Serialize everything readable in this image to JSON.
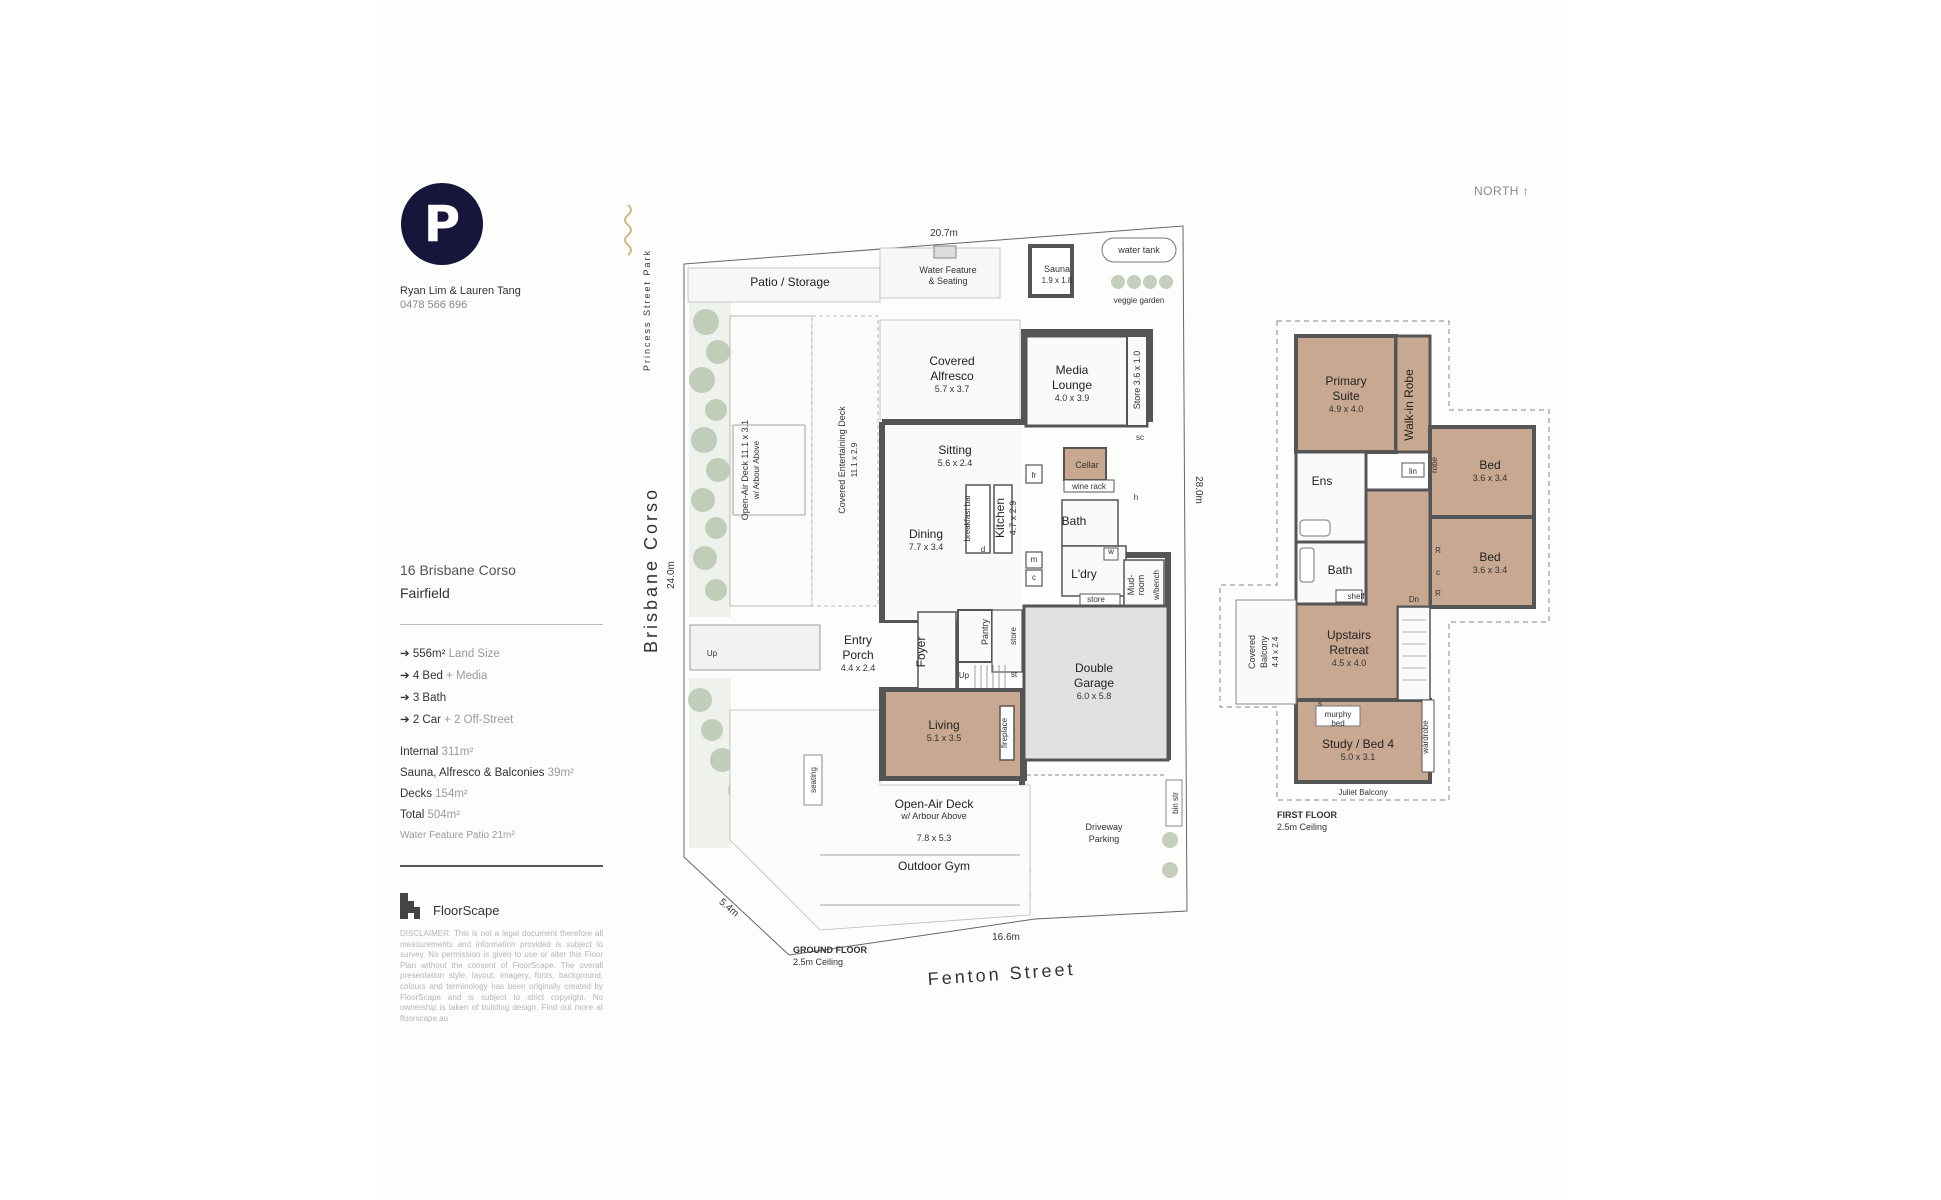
{
  "agent": {
    "logo_letter": "P",
    "names": "Ryan Lim & Lauren Tang",
    "phone": "0478 566 696"
  },
  "property": {
    "address": "16 Brisbane Corso",
    "suburb": "Fairfield"
  },
  "features": [
    {
      "main": "556m²",
      "extra": " Land Size"
    },
    {
      "main": "4 Bed",
      "extra": " + Media"
    },
    {
      "main": "3 Bath",
      "extra": ""
    },
    {
      "main": "2 Car",
      "extra": " + 2 Off-Street"
    }
  ],
  "areas": [
    {
      "label": "Internal",
      "value": " 311m²"
    },
    {
      "label": "Sauna, Alfresco & Balconies",
      "value": " 39m²"
    },
    {
      "label": "Decks",
      "value": " 154m²"
    },
    {
      "label": "Total",
      "value": " 504m²"
    },
    {
      "label": "Water Feature Patio 21m²",
      "value": ""
    }
  ],
  "brand": {
    "name": "FloorScape",
    "disclaimer": "DISCLAIMER: This is not a legal document therefore all measurements and information provided is subject to survey. No permission is given to use or alter this Floor Plan without the consent of FloorScape. The overall presentation style, layout, imagery, fonts, background, colours and terminology has been originally created by FloorScape and is subject to strict copyright. No ownership is taken of building design. Find out more at floorscape.au"
  },
  "north_label": "NORTH ↑",
  "colors": {
    "logo": "#15163a",
    "wall": "#555555",
    "terracotta": "#c9a891",
    "tree": "#b9c7b0",
    "garage": "#e1e1e1"
  },
  "ground_floor": {
    "level_label": "GROUND FLOOR",
    "ceiling": "2.5m Ceiling",
    "streets": {
      "west": "Brisbane Corso",
      "south": "Fenton Street",
      "north": "Princess Street Park"
    },
    "dimensions": {
      "top": "20.7m",
      "east": "28.0m",
      "west": "24.0m",
      "bottom": "16.6m",
      "corner": "5.4m"
    },
    "rooms": [
      {
        "name": "Patio / Storage",
        "size": ""
      },
      {
        "name": "Water Feature",
        "size": "& Seating"
      },
      {
        "name": "Sauna",
        "size": "1.9 x 1.8"
      },
      {
        "name": "water tank",
        "size": ""
      },
      {
        "name": "veggie garden",
        "size": ""
      },
      {
        "name": "Covered",
        "size": "Alfresco"
      },
      {
        "name": "5.7 x 3.7",
        "size": ""
      },
      {
        "name": "Media",
        "size": "Lounge"
      },
      {
        "name": "4.0 x 3.9",
        "size": ""
      },
      {
        "name": "Store 3.6 x 1.0",
        "size": ""
      },
      {
        "name": "Sitting",
        "size": "5.6 x 2.4"
      },
      {
        "name": "Cellar",
        "size": "wine rack"
      },
      {
        "name": "Dining",
        "size": "7.7 x 3.4"
      },
      {
        "name": "Kitchen",
        "size": "4.7 x 2.9"
      },
      {
        "name": "Bath",
        "size": ""
      },
      {
        "name": "L'dry",
        "size": "store"
      },
      {
        "name": "Mud-",
        "size": "room"
      },
      {
        "name": "Entry",
        "size": "Porch"
      },
      {
        "name": "4.4 x 2.4",
        "size": ""
      },
      {
        "name": "Foyer",
        "size": ""
      },
      {
        "name": "Pantry",
        "size": "store"
      },
      {
        "name": "Double",
        "size": "Garage"
      },
      {
        "name": "6.0 x 5.8",
        "size": ""
      },
      {
        "name": "Living",
        "size": "5.1 x 3.5"
      },
      {
        "name": "Open-Air Deck",
        "size": "w/ Arbour Above"
      },
      {
        "name": "7.8 x 5.3",
        "size": ""
      },
      {
        "name": "Outdoor Gym",
        "size": ""
      },
      {
        "name": "Driveway",
        "size": "Parking"
      },
      {
        "name": "Open-Air Deck 11.1 x 3.1",
        "size": "w/ Arbour Above"
      },
      {
        "name": "Covered Entertaining Deck",
        "size": "11.1 x 2.9"
      }
    ],
    "fixtures": {
      "breakfast_bar": "breakfast bar",
      "fireplace": "fireplace",
      "seating": "seating",
      "bin_str": "bin str",
      "w_bench": "w/bench",
      "up": "Up",
      "st": "st",
      "fr": "fr",
      "m": "m",
      "c": "c",
      "d": "d",
      "sc": "sc",
      "w": "w",
      "h": "h"
    }
  },
  "first_floor": {
    "level_label": "FIRST FLOOR",
    "ceiling": "2.5m Ceiling",
    "rooms": [
      {
        "name": "Primary",
        "size": "Suite"
      },
      {
        "name": "4.9 x 4.0",
        "size": ""
      },
      {
        "name": "Walk-in Robe",
        "size": ""
      },
      {
        "name": "Bed",
        "size": "3.6 x 3.4"
      },
      {
        "name": "Bed",
        "size": "3.6 x 3.4"
      },
      {
        "name": "Ens",
        "size": ""
      },
      {
        "name": "Bath",
        "size": "shelf"
      },
      {
        "name": "Upstairs",
        "size": "Retreat"
      },
      {
        "name": "4.5 x 4.0",
        "size": ""
      },
      {
        "name": "Study / Bed 4",
        "size": "5.0 x 3.1"
      },
      {
        "name": "murphy",
        "size": "bed"
      },
      {
        "name": "Covered",
        "size": "Balcony"
      },
      {
        "name": "4.4 x 2.4",
        "size": ""
      },
      {
        "name": "Juliet Balcony",
        "size": ""
      }
    ],
    "fixtures": {
      "lin": "lin",
      "robe": "robe",
      "R": "R",
      "c": "c",
      "wardrobe": "wardrobe",
      "dn": "Dn",
      "s": "s"
    }
  }
}
